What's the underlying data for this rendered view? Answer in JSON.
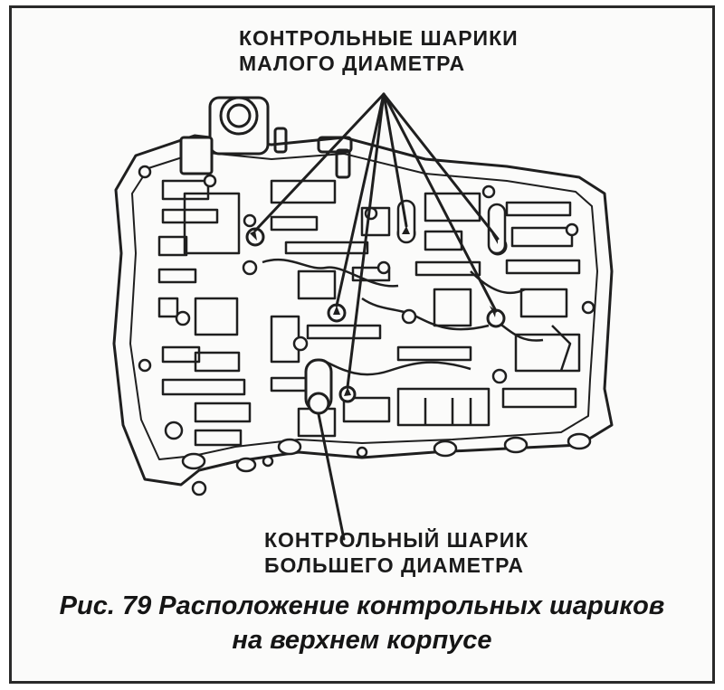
{
  "figure": {
    "callout_small": {
      "line1": "КОНТРОЛЬНЫЕ ШАРИКИ",
      "line2": "МАЛОГО ДИАМЕТРА"
    },
    "callout_large": {
      "line1": "КОНТРОЛЬНЫЙ ШАРИК",
      "line2": "БОЛЬШЕГО ДИАМЕТРА"
    },
    "caption": {
      "line1": "Рис. 79 Расположение контрольных шариков",
      "line2": "на верхнем корпусе"
    }
  },
  "colors": {
    "ink": "#1f1f1f",
    "paper": "#fbfbfa"
  }
}
